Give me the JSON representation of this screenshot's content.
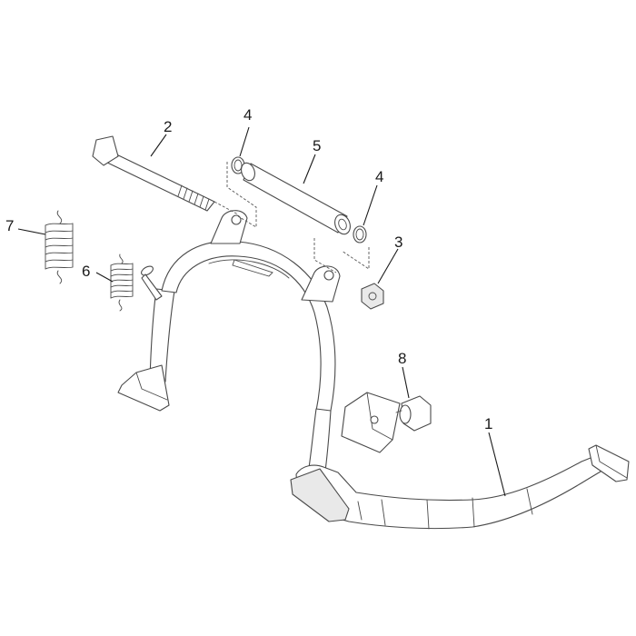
{
  "callouts": [
    {
      "id": "1",
      "text": "1"
    },
    {
      "id": "2",
      "text": "2"
    },
    {
      "id": "3",
      "text": "3"
    },
    {
      "id": "4a",
      "text": "4"
    },
    {
      "id": "4b",
      "text": "4"
    },
    {
      "id": "5",
      "text": "5"
    },
    {
      "id": "6",
      "text": "6"
    },
    {
      "id": "7",
      "text": "7"
    },
    {
      "id": "8",
      "text": "8"
    }
  ],
  "colors": {
    "line": "#4a4a4a",
    "text": "#1a1a1a",
    "background": "#ffffff"
  }
}
